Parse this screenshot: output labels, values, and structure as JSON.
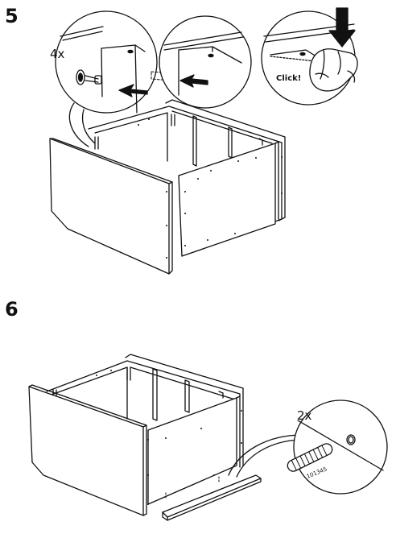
{
  "steps": [
    {
      "number": "5",
      "callouts": [
        {
          "count": "4x"
        },
        {
          "label": "Click!"
        }
      ]
    },
    {
      "number": "6",
      "callouts": [
        {
          "count": "2x",
          "part_number": "101345"
        }
      ]
    }
  ]
}
